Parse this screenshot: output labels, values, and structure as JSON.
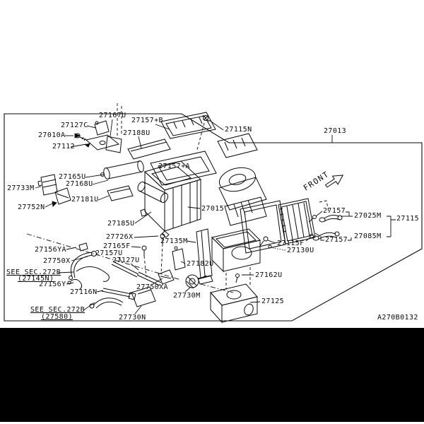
{
  "diagram": {
    "title_part_no": "27013",
    "fiche_code": "A270B0132",
    "front_indicator": "FRONT",
    "colors": {
      "ink": "#0a0a0a",
      "paper": "#ffffff",
      "scan_band": "#000000"
    },
    "labels": [
      {
        "text": "27167U"
      },
      {
        "text": "27127C"
      },
      {
        "text": "27010A"
      },
      {
        "text": "27112"
      },
      {
        "text": "27157+B"
      },
      {
        "text": "27188U"
      },
      {
        "text": "27157+A"
      },
      {
        "text": "27115N"
      },
      {
        "text": "27013"
      },
      {
        "text": "27165U"
      },
      {
        "text": "27168U"
      },
      {
        "text": "27733M"
      },
      {
        "text": "27181U"
      },
      {
        "text": "27752N"
      },
      {
        "text": "27185U"
      },
      {
        "text": "27015"
      },
      {
        "text": "27726X"
      },
      {
        "text": "27135M"
      },
      {
        "text": "27165F"
      },
      {
        "text": "27156YA"
      },
      {
        "text": "27157U"
      },
      {
        "text": "27750X"
      },
      {
        "text": "27127U"
      },
      {
        "text": "SEE SEC.272B"
      },
      {
        "text": "(27145N)"
      },
      {
        "text": "27156Y"
      },
      {
        "text": "27116N"
      },
      {
        "text": "27750XA"
      },
      {
        "text": "27730M"
      },
      {
        "text": "SEE SEC.272B"
      },
      {
        "text": "(27580)"
      },
      {
        "text": "27730N"
      },
      {
        "text": "27182U"
      },
      {
        "text": "27162U"
      },
      {
        "text": "27125"
      },
      {
        "text": "27115F"
      },
      {
        "text": "27130U"
      },
      {
        "text": "27157"
      },
      {
        "text": "27025M"
      },
      {
        "text": "27115"
      },
      {
        "text": "27085M"
      },
      {
        "text": "27157"
      }
    ]
  }
}
